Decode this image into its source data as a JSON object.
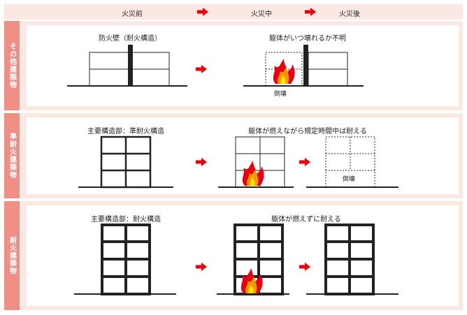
{
  "header": {
    "stages": [
      "火災前",
      "火災中",
      "火災後"
    ]
  },
  "rows": [
    {
      "category": "その他建築物",
      "before_caption": "防火壁（耐火構造）",
      "during_caption": "躯体がいつ壊れるか不明",
      "during_note": "倒壊"
    },
    {
      "category": "準耐火建築物",
      "before_caption": "主要構造部：準耐火構造",
      "during_caption": "躯体が燃えながら規定時間中は耐える",
      "after_note": "倒壊"
    },
    {
      "category": "耐火建築物",
      "before_caption": "主要構造部：耐火構造",
      "during_caption": "躯体が燃えずに耐える"
    }
  ],
  "colors": {
    "accent": "#e60012",
    "band": "#fbe8e3",
    "side": "#ee8f86",
    "frame": "#222222"
  }
}
